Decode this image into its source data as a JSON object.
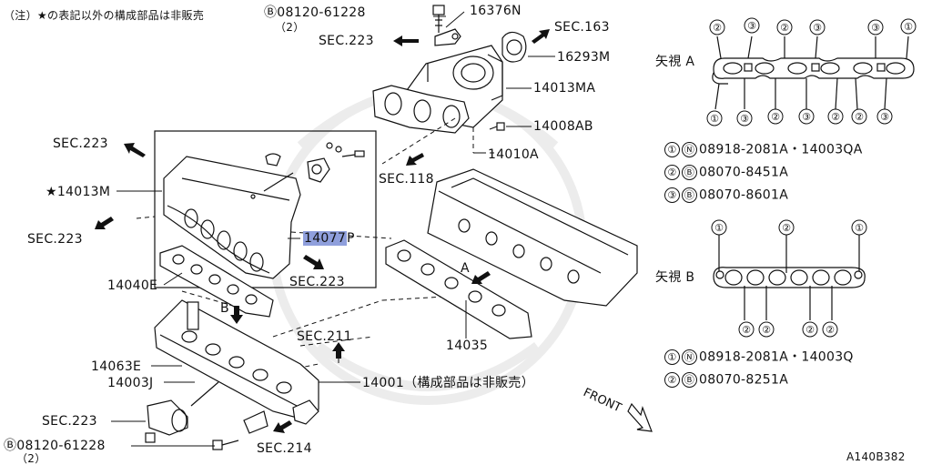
{
  "note": "（注）★の表記以外の構成部品は非販売",
  "drawing_id": "A140B382",
  "front_label": "FRONT",
  "view_a": {
    "title": "矢視 A",
    "top_marks": [
      "②",
      "③",
      "②",
      "③",
      "③",
      "①"
    ],
    "bottom_marks": [
      "①",
      "③",
      "②",
      "③",
      "②",
      "②",
      "③"
    ],
    "legend": [
      {
        "mark": "①",
        "code": "Ⓝ",
        "text": "08918-2081A・14003QA"
      },
      {
        "mark": "②",
        "code": "Ⓑ",
        "text": "08070-8451A"
      },
      {
        "mark": "③",
        "code": "Ⓑ",
        "text": "08070-8601A"
      }
    ]
  },
  "view_b": {
    "title": "矢視 B",
    "top_marks": [
      "①",
      "②",
      "①"
    ],
    "bottom_marks": [
      "②",
      "②",
      "②",
      "②"
    ],
    "legend": [
      {
        "mark": "①",
        "code": "Ⓝ",
        "text": "08918-2081A・14003Q"
      },
      {
        "mark": "②",
        "code": "Ⓑ",
        "text": "08070-8251A"
      }
    ]
  },
  "labels": {
    "bolt_top": "Ⓑ08120-61228",
    "bolt_top_qty": "（2）",
    "p16376n": "16376N",
    "sec163": "SEC.163",
    "sec223_top": "SEC.223",
    "p16293m": "16293M",
    "p14013ma": "14013MA",
    "p14008ab": "14008AB",
    "p14010a": "14010A",
    "sec223_left1": "SEC.223",
    "sec118": "SEC.118",
    "p14013m": "★14013M",
    "p14077p_hl": "14077",
    "p14077p_tail": "P",
    "sec223_left2": "SEC.223",
    "sec223_box": "SEC.223",
    "p14040e": "14040E",
    "arrow_a": "A",
    "arrow_b": "B",
    "p14035": "14035",
    "sec211": "SEC.211",
    "p14063e": "14063E",
    "p14003j": "14003J",
    "p14001": "14001（構成部品は非販売）",
    "sec223_bottom": "SEC.223",
    "bolt_bottom": "Ⓑ08120-61228",
    "bolt_bottom_qty": "（2）",
    "sec214": "SEC.214"
  }
}
